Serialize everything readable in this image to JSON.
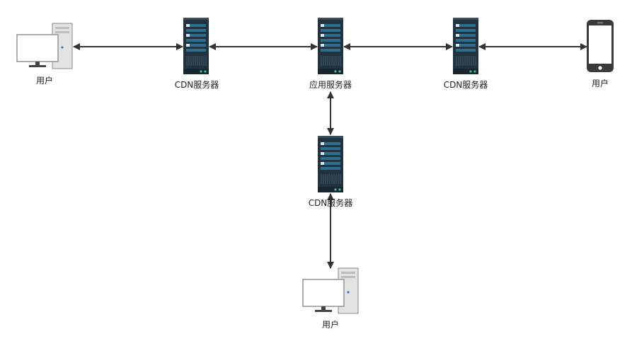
{
  "colors": {
    "server_body": "#22333f",
    "server_panel": "#2f6d8c",
    "server_led": "#3fbf7f",
    "line": "#333333",
    "phone_frame": "#3a3a3a",
    "pc_frame": "#999999",
    "pc_screen": "#ffffff",
    "pc_tower": "#e3e3e3",
    "pc_led": "#3a6fd8"
  },
  "nodes": {
    "user_left": {
      "label": "用户",
      "icon": "desktop-computer-icon"
    },
    "cdn_left": {
      "label": "CDN服务器",
      "icon": "server-icon"
    },
    "app_server": {
      "label": "应用服务器",
      "icon": "server-icon"
    },
    "cdn_right": {
      "label": "CDN服务器",
      "icon": "server-icon"
    },
    "user_phone": {
      "label": "用户",
      "icon": "smartphone-icon"
    },
    "cdn_bottom": {
      "label": "CDN服务器",
      "icon": "server-icon"
    },
    "user_bottom": {
      "label": "用户",
      "icon": "desktop-computer-icon"
    }
  },
  "edges": [
    {
      "from": "user_left",
      "to": "cdn_left",
      "arrows": "both"
    },
    {
      "from": "cdn_left",
      "to": "app_server",
      "arrows": "both"
    },
    {
      "from": "app_server",
      "to": "cdn_right",
      "arrows": "both"
    },
    {
      "from": "cdn_right",
      "to": "user_phone",
      "arrows": "both"
    },
    {
      "from": "app_server",
      "to": "cdn_bottom",
      "arrows": "both"
    },
    {
      "from": "cdn_bottom",
      "to": "user_bottom",
      "arrows": "both"
    }
  ]
}
